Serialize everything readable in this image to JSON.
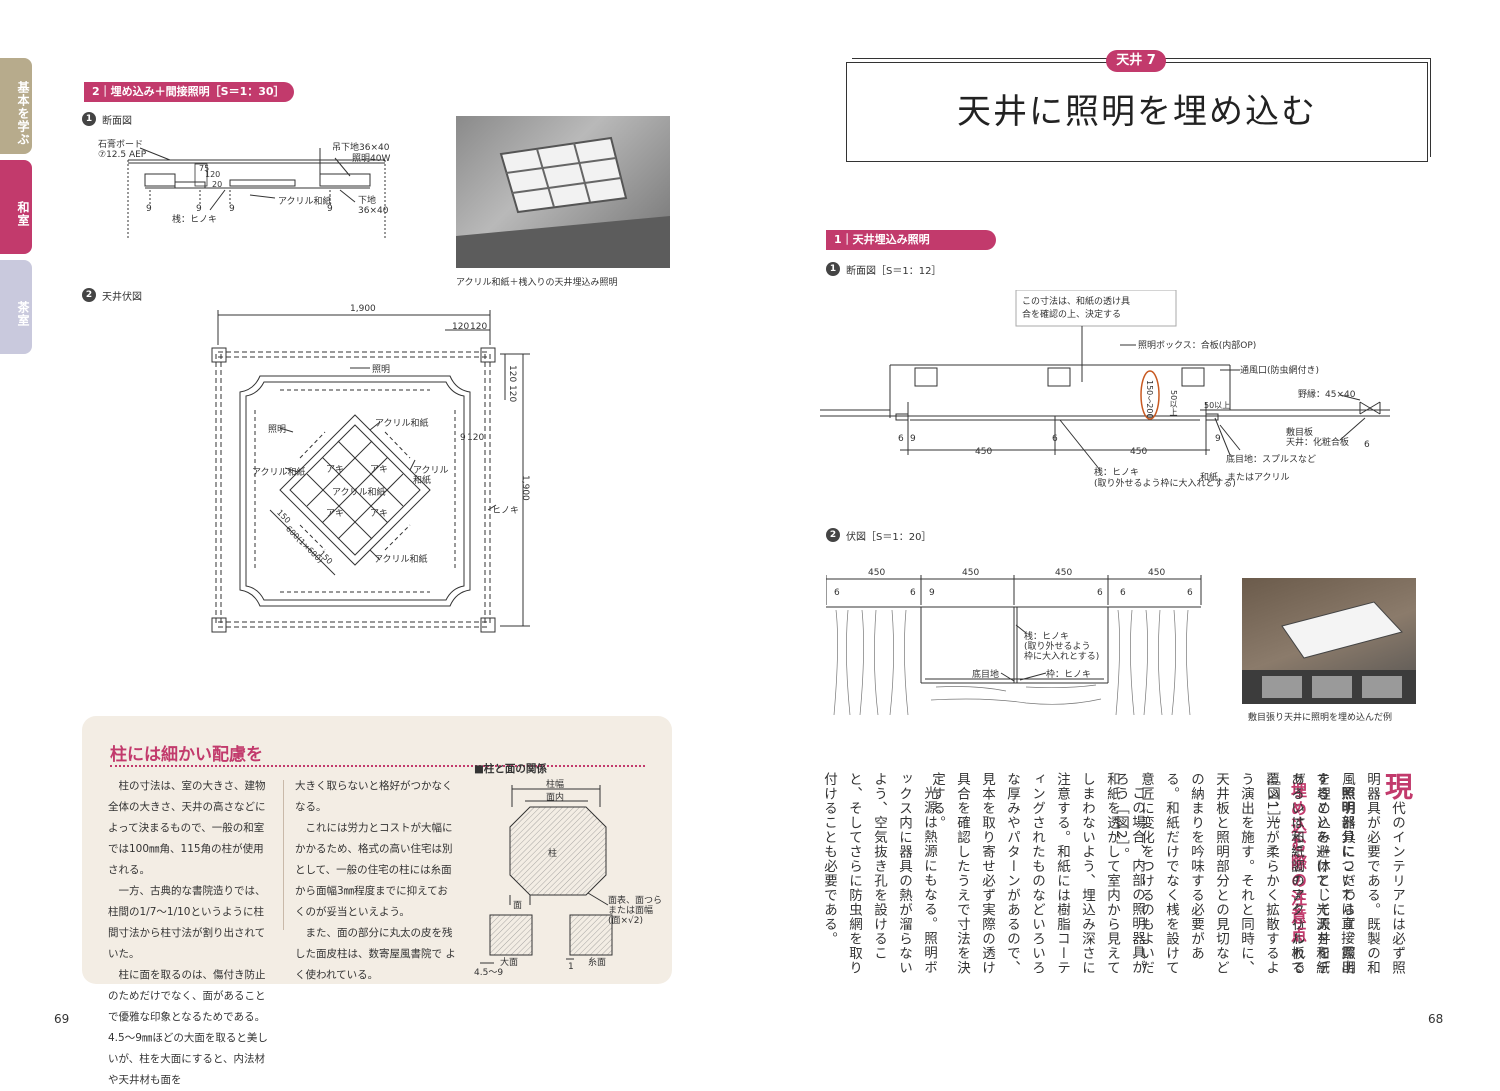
{
  "side_tabs": [
    {
      "label": "基本を学ぶ",
      "color": "#b7ab8c"
    },
    {
      "label": "和室",
      "color": "#c23a6c"
    },
    {
      "label": "茶室",
      "color": "#c9c9dd"
    }
  ],
  "left": {
    "section2_heading": "2｜埋め込み＋間接照明［S＝1：30］",
    "fig1": {
      "num": "1",
      "title": "断面図",
      "labels": {
        "board": "石膏ボード\n⑦12.5 AEP",
        "hanger": "吊下地36×40",
        "light": "照明40W",
        "acrylic": "アクリル和紙",
        "base": "下地\n36×40",
        "rail": "桟：ヒノキ",
        "d1": "9",
        "d2": "9",
        "d3": "9",
        "d4": "9",
        "v1": "75",
        "v2": "120",
        "v3": "20"
      }
    },
    "photo1_caption": "アクリル和紙＋桟入りの天井埋込み照明",
    "fig2": {
      "num": "2",
      "title": "天井伏図",
      "labels": {
        "w1900": "1,900",
        "h1900": "1,900",
        "w120a": "120",
        "w120b": "120",
        "h120a": "120",
        "h120b": "120",
        "d9": "9",
        "d120": "120",
        "light_top": "照明",
        "light_left": "照明",
        "acrylic_top": "アクリル和紙",
        "acrylic_left": "アクリル和紙",
        "acrylic_right": "アクリル\n和紙",
        "acrylic_center": "アクリル和紙",
        "acrylic_bottom": "アクリル和紙",
        "aki1": "アキ",
        "aki2": "アキ",
        "aki3": "アキ",
        "aki4": "アキ",
        "hinoki": "ヒノキ",
        "dim150a": "150",
        "dim600": "600(1×600)",
        "dim150b": "150"
      }
    },
    "note": {
      "title": "柱には細かい配慮を",
      "col1": [
        "柱の寸法は、室の大きさ、建物全体の大きさ、天井の高さなどによって決まるもので、一般の和室では100㎜角、115角の柱が使用される。",
        "一方、古典的な書院造りでは、柱間の1/7～1/10というように柱間寸法から柱寸法が割り出されていた。",
        "柱に面を取るのは、傷付き防止のためだけでなく、面があることで優雅な印象となるためである。4.5～9㎜ほどの大面を取ると美しいが、柱を大面にすると、内法材や天井材も面を"
      ],
      "col2": [
        "大きく取らないと格好がつかなくなる。",
        "これには労力とコストが大幅にかかるため、格式の高い住宅は別として、一般の住宅の柱には糸面から面幅3㎜程度までに抑えておくのが妥当といえよう。",
        "また、面の部分に丸太の皮を残した面皮柱は、数寄屋風書院で よく使われている。"
      ],
      "fig_title": "■柱と面の関係",
      "fig_labels": {
        "hashira_haba": "柱幅",
        "men_uchi": "面内",
        "hashira": "柱",
        "men": "面",
        "mentsura": "面表、面つら\nまたは面幅\n(面×√2)",
        "oomen": "大面",
        "itomen": "糸面",
        "dim45": "4.5～9",
        "dim1": "1"
      }
    },
    "page_number": "69"
  },
  "right": {
    "badge": "天井 7",
    "title": "天井に照明を埋め込む",
    "section1_heading": "1｜天井埋込み照明",
    "fig1": {
      "num": "1",
      "title": "断面図［S＝1：12］",
      "labels": {
        "note": "この寸法は、和紙の透け具\n合を確認の上、決定する",
        "box": "照明ボックス：合板(内部OP)",
        "vent": "通風口(防虫網付き)",
        "edge": "野縁：45×40",
        "ceiling": "敷目板\n天井：化粧合板",
        "base_joint": "底目地：スプルスなど",
        "washi": "和紙、またはアクリル",
        "rail": "桟：ヒノキ\n(取り外せるよう枠に大入れとする)",
        "h150_200": "150～200",
        "h50": "50以上",
        "h50b": "50以上",
        "w450a": "450",
        "w450b": "450",
        "d6a": "6",
        "d9a": "9",
        "d6b": "6",
        "d9b": "9",
        "d6c": "6"
      }
    },
    "fig2": {
      "num": "2",
      "title": "伏図［S＝1：20］",
      "labels": {
        "w1": "450",
        "w2": "450",
        "w3": "450",
        "w4": "450",
        "d6a": "6",
        "d6b": "6",
        "d9a": "9",
        "d6c": "6",
        "d9b": "6",
        "d6d": "6",
        "rail": "桟：ヒノキ\n(取り外せるよう\n枠に大入れとする)",
        "base": "底目地",
        "frame": "枠：ヒノキ"
      }
    },
    "photo2_caption": "敷目張り天井に照明を埋め込んだ例",
    "body": {
      "dropcap": "現",
      "p1": "代のインテリアには必ず照明器具が必要である。既製の和風照明器具にこだわらず、照明を埋め込み一体として天井をデザインすることもよく行われる［図1］。",
      "subhead": "埋め込む際の注意点",
      "p2": "照明部分については直接露出することを避けて、光源を和紙あるいは和紙調のアクリル板で覆い、光が柔らかく拡散するよう演出を施す。それと同時に、天井板と照明部分との見切などの納まりを吟味する必要がある。和紙だけでなく桟を設けて意匠に変化をつけるのもよいだろう［図2］。",
      "p3": "この場合、内部の照明器具が和紙を透かして室内から見えてしまわないよう、埋込み深さに注意する。和紙には樹脂コーティングされたものなどいろいろな厚みやパターンがあるので、見本を取り寄せ必ず実際の透け具合を確認したうえで寸法を決定する。",
      "p4": "光源は熱源にもなる。照明ボックス内に器具の熱が溜らないよう、空気抜き孔を設けること、そしてさらに防虫網を取り付けることも必要である。"
    },
    "page_number": "68"
  },
  "colors": {
    "accent": "#c23a6c",
    "note_bg": "#f3ede4"
  }
}
